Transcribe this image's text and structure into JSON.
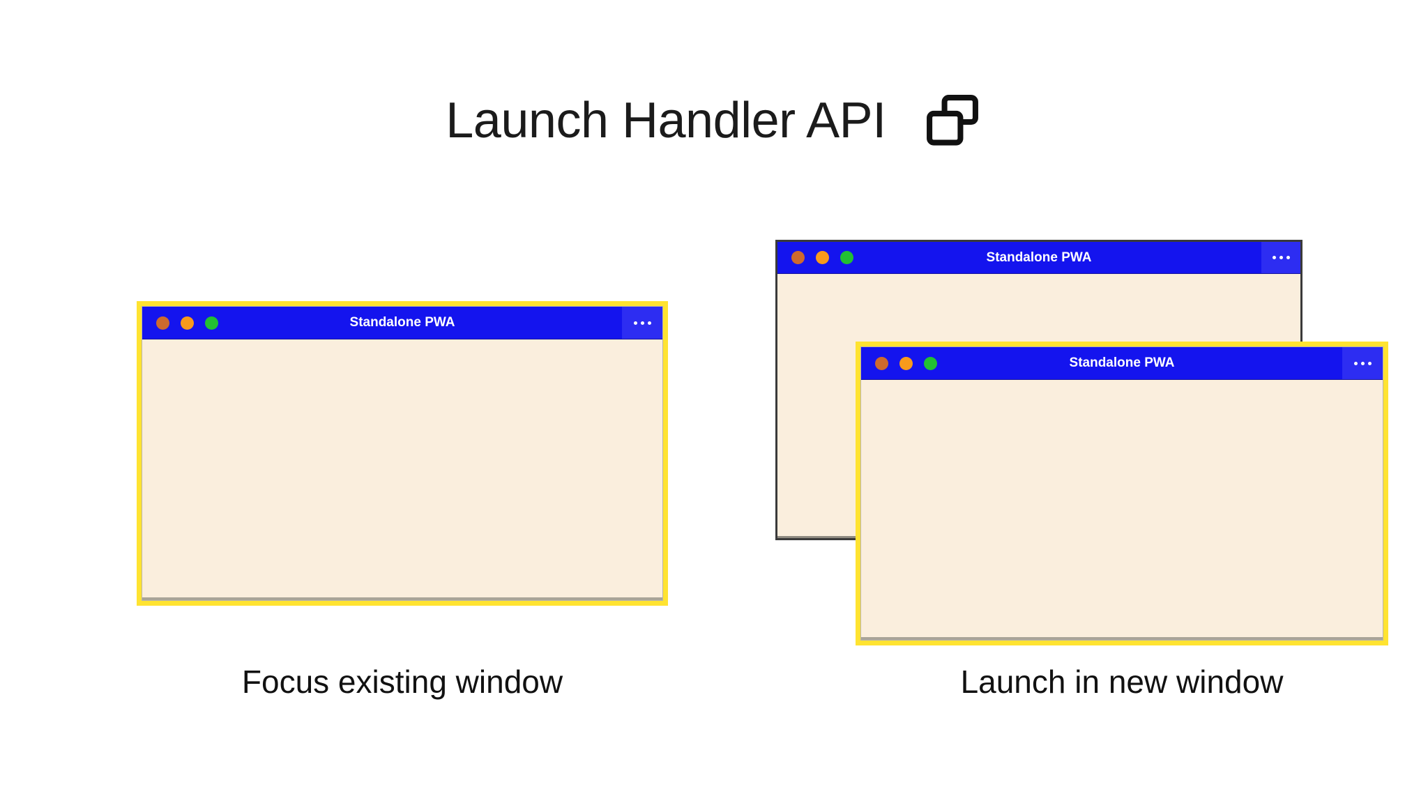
{
  "header": {
    "title": "Launch Handler API",
    "icon": "multi-window-icon"
  },
  "colors": {
    "titlebar_blue": "#1414ee",
    "menu_blue": "#2d2df2",
    "window_body": "#faeedd",
    "focus_border_yellow": "#ffe331",
    "unfocused_border_gray": "#3a3a3a",
    "dot_close": "#ce6a2e",
    "dot_minimize": "#f89a1c",
    "dot_maximize": "#22c032",
    "page_background": "#ffffff",
    "text_dark": "#111111",
    "titlebar_text": "#ffffff"
  },
  "panels": [
    {
      "id": "focus-existing",
      "caption": "Focus existing window",
      "windows": [
        {
          "id": "focus-existing",
          "title": "Standalone PWA",
          "focused": true,
          "menu_label": "more-options",
          "dots": [
            "close",
            "minimize",
            "maximize"
          ]
        }
      ]
    },
    {
      "id": "new-window",
      "caption": "Launch in new window",
      "windows": [
        {
          "id": "new-back",
          "title": "Standalone PWA",
          "focused": false,
          "menu_label": "more-options",
          "dots": [
            "close",
            "minimize",
            "maximize"
          ]
        },
        {
          "id": "new-front",
          "title": "Standalone PWA",
          "focused": true,
          "menu_label": "more-options",
          "dots": [
            "close",
            "minimize",
            "maximize"
          ]
        }
      ]
    }
  ]
}
